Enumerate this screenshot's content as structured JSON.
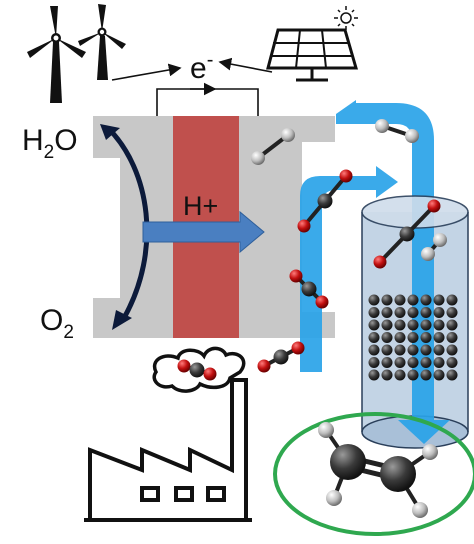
{
  "labels": {
    "electron": "e",
    "electron_charge": "-",
    "water": "H",
    "water_sub": "2",
    "water_tail": "O",
    "proton": "H+",
    "oxygen": "O",
    "oxygen_sub": "2"
  },
  "icons": {
    "wind": "wind-turbine-icon",
    "solar": "solar-panel-icon",
    "sun": "sun-icon",
    "factory": "factory-icon"
  },
  "colors": {
    "membrane": "#c0504d",
    "electrolyzer": "#c8c8c8",
    "flow_arrow": "#29a3e8",
    "proton_arrow": "#4a7fc1",
    "reactor": "#b9cde0",
    "product_ring": "#2fa84f",
    "carbon": "#2e2e2e",
    "oxygen_atom": "#d11919",
    "hydrogen_atom": "#cfcfcf"
  }
}
